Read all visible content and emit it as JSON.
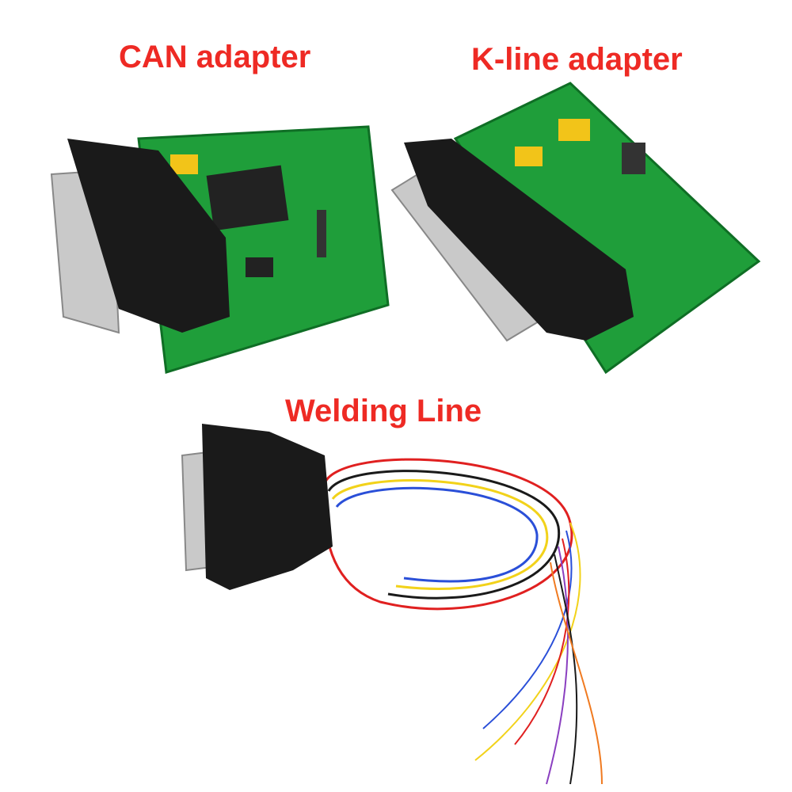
{
  "labels": {
    "can": "CAN adapter",
    "kline": "K-line adapter",
    "welding": "Welding Line"
  },
  "colors": {
    "label": "#ee2a24",
    "pcb": "#1f9e3a",
    "connector": "#1a1a1a",
    "wires": [
      "#e02020",
      "#1a1a1a",
      "#f2d21a",
      "#2a4fd8",
      "#8a3fc0",
      "#f07a20"
    ]
  }
}
